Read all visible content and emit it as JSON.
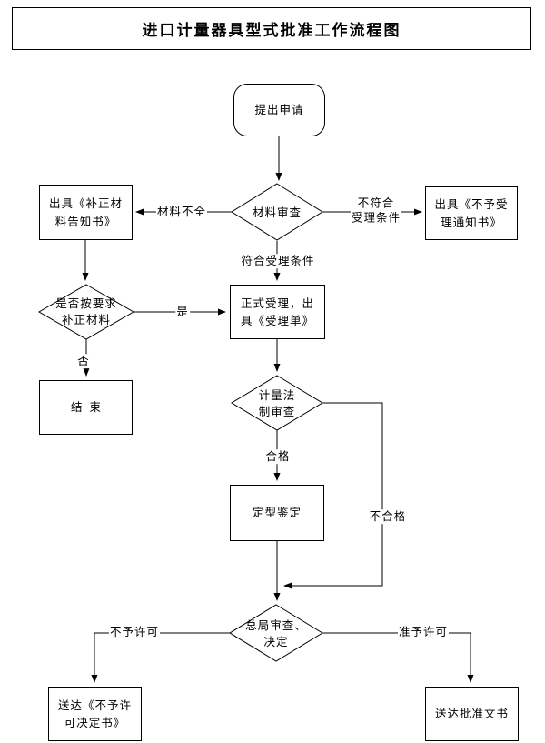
{
  "title": "进口计量器具型式批准工作流程图",
  "nodes": {
    "start": {
      "label": "提出申请"
    },
    "material_review": {
      "label": "材料审查"
    },
    "issue_supplement": {
      "label": "出具《补正材\n料告知书》"
    },
    "issue_rejection": {
      "label": "出具《不予受\n理通知书》"
    },
    "supplement_check": {
      "label": "是否按要求\n补正材料"
    },
    "formal_acceptance": {
      "label": "正式受理，出\n具《受理单》"
    },
    "end": {
      "label": "结束"
    },
    "legal_review": {
      "label": "计量法\n制审查"
    },
    "type_evaluation": {
      "label": "定型鉴定"
    },
    "final_decision": {
      "label": "总局审查、\n决定"
    },
    "deliver_denial": {
      "label": "送达《不予许\n可决定书》"
    },
    "deliver_approval": {
      "label": "送达批准文书"
    }
  },
  "edge_labels": {
    "incomplete": "材料不全",
    "not_eligible": "不符合\n受理条件",
    "eligible": "符合受理条件",
    "yes": "是",
    "no": "否",
    "pass": "合格",
    "fail": "不合格",
    "deny": "不予许可",
    "grant": "准予许可"
  },
  "colors": {
    "line": "#000000",
    "node_fill": "#ffffff",
    "background": "#ffffff"
  }
}
